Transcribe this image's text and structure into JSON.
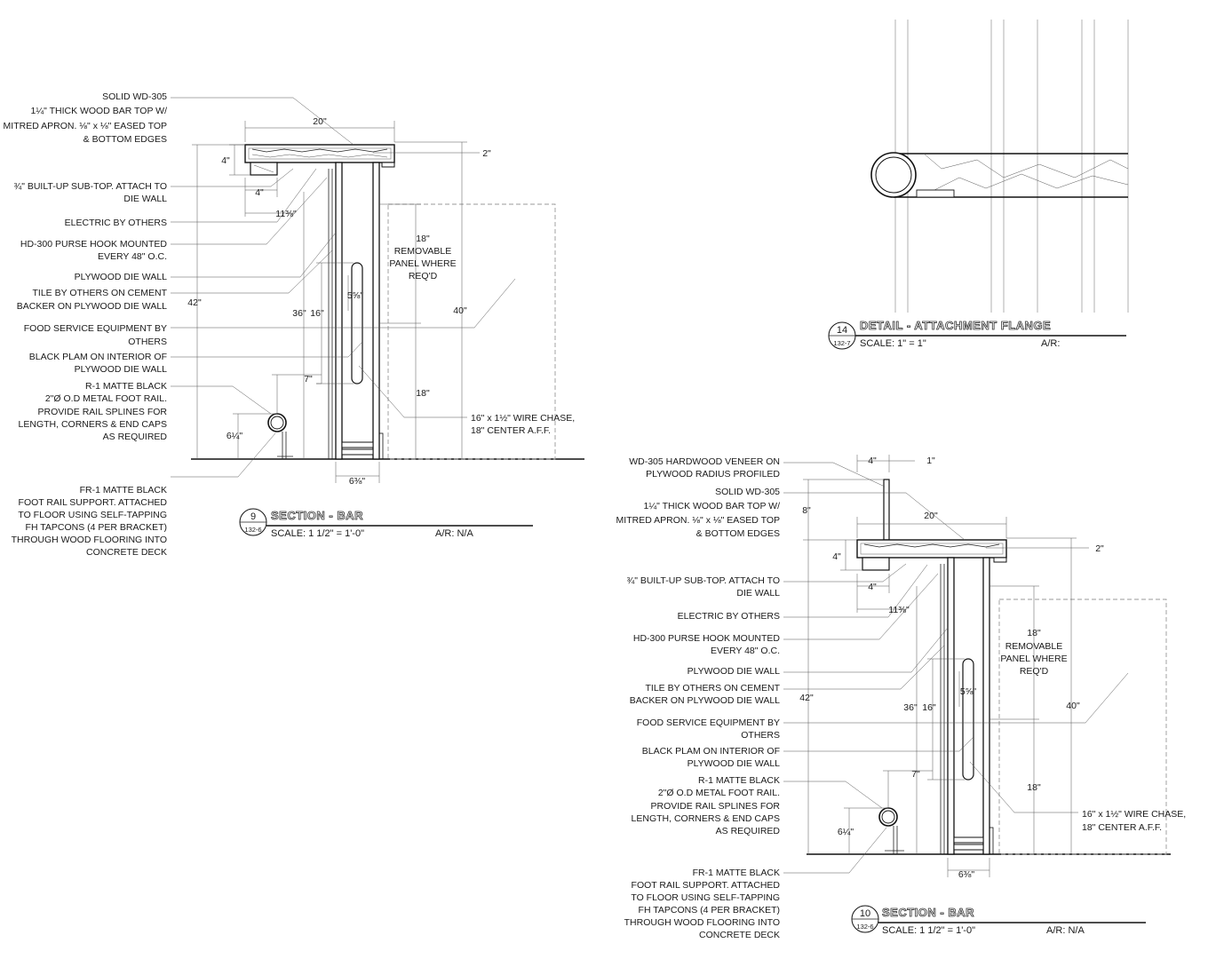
{
  "section9": {
    "labels": [
      "SOLID WD-305",
      "1¼\" THICK WOOD BAR TOP W/",
      "MITRED APRON.  ⅛\" x ⅛\" EASED TOP",
      "& BOTTOM EDGES",
      "¾\" BUILT-UP SUB-TOP.  ATTACH TO",
      "DIE WALL",
      "ELECTRIC BY OTHERS",
      "HD-300 PURSE HOOK MOUNTED",
      "EVERY 48\" O.C.",
      "PLYWOOD DIE WALL",
      "TILE BY OTHERS ON CEMENT",
      "BACKER ON PLYWOOD DIE WALL",
      "FOOD SERVICE EQUIPMENT BY",
      "OTHERS",
      "BLACK PLAM ON INTERIOR OF",
      "PLYWOOD DIE WALL",
      "R-1 MATTE BLACK",
      "2\"Ø O.D METAL FOOT RAIL.",
      "PROVIDE RAIL SPLINES FOR",
      "LENGTH, CORNERS & END CAPS",
      "AS REQUIRED",
      "FR-1 MATTE BLACK",
      "FOOT RAIL SUPPORT.  ATTACHED",
      "TO FLOOR USING SELF-TAPPING",
      "FH TAPCONS (4 PER BRACKET)",
      "THROUGH WOOD FLOORING INTO",
      "CONCRETE DECK"
    ],
    "dims": [
      "20\"",
      "4\"",
      "2\"",
      "4\"",
      "11⅜\"",
      "42\"",
      "36\"",
      "16\"",
      "5⅝\"",
      "7\"",
      "6¼\"",
      "6⅜\"",
      "40\"",
      "18\"",
      "18\""
    ],
    "panel_note": [
      "18\"",
      "REMOVABLE",
      "PANEL WHERE",
      "REQ'D"
    ],
    "wire_chase": [
      "16\" x 1½\" WIRE CHASE,",
      "18\" CENTER A.F.F."
    ],
    "title": {
      "number": "9",
      "sheet": "132-6",
      "name": "SECTION - BAR",
      "scale": "SCALE: 1 1/2\" = 1'-0\"",
      "ar": "A/R: N/A"
    }
  },
  "section10": {
    "labels": [
      "WD-305 HARDWOOD VENEER ON",
      "PLYWOOD RADIUS PROFILED",
      "SOLID WD-305",
      "1¼\" THICK WOOD BAR TOP W/",
      "MITRED APRON.  ⅛\" x ⅛\" EASED TOP",
      "& BOTTOM EDGES",
      "¾\" BUILT-UP SUB-TOP.  ATTACH TO",
      "DIE WALL",
      "ELECTRIC BY OTHERS",
      "HD-300 PURSE HOOK MOUNTED",
      "EVERY 48\" O.C.",
      "PLYWOOD DIE WALL",
      "TILE BY OTHERS ON CEMENT",
      "BACKER ON PLYWOOD DIE WALL",
      "FOOD SERVICE EQUIPMENT BY",
      "OTHERS",
      "BLACK PLAM ON INTERIOR OF",
      "PLYWOOD DIE WALL",
      "R-1 MATTE BLACK",
      "2\"Ø O.D METAL FOOT RAIL.",
      "PROVIDE RAIL SPLINES FOR",
      "LENGTH, CORNERS & END CAPS",
      "AS REQUIRED",
      "FR-1 MATTE BLACK",
      "FOOT RAIL SUPPORT.  ATTACHED",
      "TO FLOOR USING SELF-TAPPING",
      "FH TAPCONS (4 PER BRACKET)",
      "THROUGH WOOD FLOORING INTO",
      "CONCRETE DECK"
    ],
    "dims": [
      "4\"",
      "1\"",
      "8\"",
      "20\"",
      "4\"",
      "2\"",
      "4\"",
      "11⅜\"",
      "42\"",
      "36\"",
      "16\"",
      "5⅝\"",
      "7\"",
      "6¼\"",
      "6⅜\"",
      "40\"",
      "18\"",
      "18\""
    ],
    "panel_note": [
      "18\"",
      "REMOVABLE",
      "PANEL WHERE",
      "REQ'D"
    ],
    "wire_chase": [
      "16\" x 1½\" WIRE CHASE,",
      "18\" CENTER A.F.F."
    ],
    "title": {
      "number": "10",
      "sheet": "132-6",
      "name": "SECTION - BAR",
      "scale": "SCALE: 1 1/2\" = 1'-0\"",
      "ar": "A/R: N/A"
    }
  },
  "detail14": {
    "title": {
      "number": "14",
      "sheet": "132-7",
      "name": "DETAIL - ATTACHMENT FLANGE",
      "scale": "SCALE: 1\" = 1\"",
      "ar": "A/R:"
    }
  }
}
